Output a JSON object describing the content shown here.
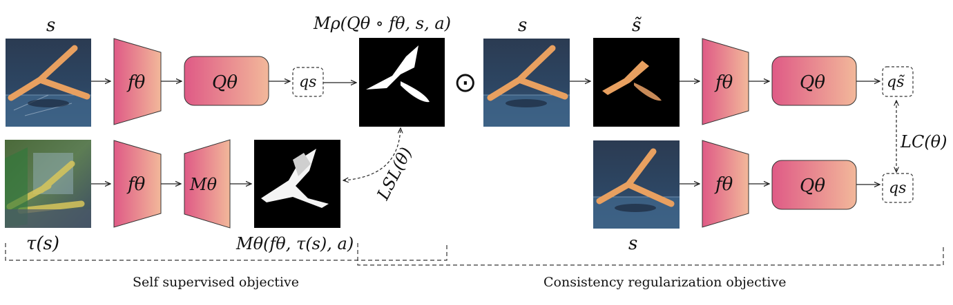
{
  "labels": {
    "s_top_left": "s",
    "s_top_middle": "s",
    "s_tilde_top": "s̃",
    "s_bottom_right": "s",
    "tau_s": "τ(s)",
    "mask_target": "Mρ(Qθ ∘ fθ, s, a)",
    "mask_pred": "Mθ(fθ, τ(s), a)",
    "odot": "⊙",
    "loss_sl": "LSL(θ)",
    "loss_c": "LC(θ)"
  },
  "blocks": {
    "encoder": "fθ",
    "q_network": "Qθ",
    "mask_network": "Mθ",
    "q_s": "qs",
    "q_s_tilde": "qs̃"
  },
  "captions": {
    "self_supervised": "Self supervised objective",
    "consistency": "Consistency regularization objective"
  },
  "colors": {
    "gradient_start": "#df5a86",
    "gradient_end": "#f2b89a",
    "scene_background": "#2a3f58",
    "agent_limb": "#e8a060",
    "mask_background": "#000000",
    "mask_foreground": "#ffffff"
  }
}
